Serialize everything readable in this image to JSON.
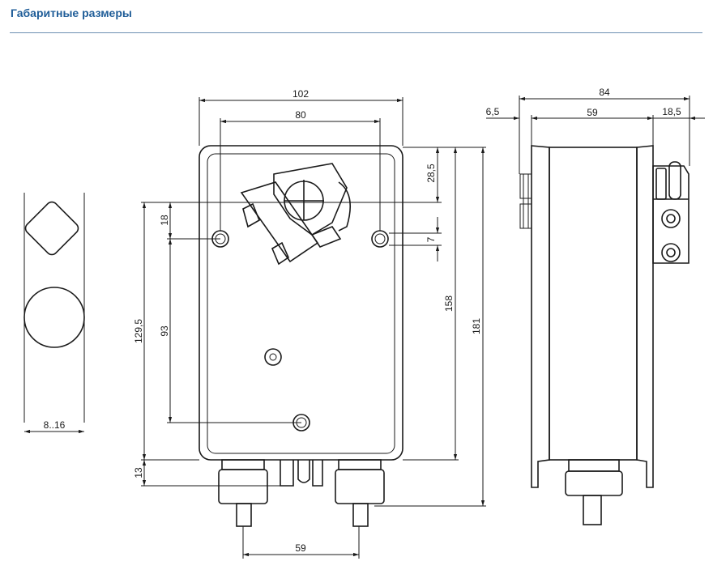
{
  "header": {
    "title": "Габаритные размеры"
  },
  "dimensions": {
    "width_total": "102",
    "hole_spacing_h": "80",
    "top_offset": "28,5",
    "hole_offset_18": "18",
    "hole_offset_7": "7",
    "height_158": "158",
    "height_181": "181",
    "hole_to_bottom": "129,5",
    "hole_spacing_v": "93",
    "cable_13": "13",
    "cable_spacing": "59",
    "shaft_range": "8..16",
    "depth_total": "84",
    "side_65": "6,5",
    "side_59": "59",
    "side_185": "18,5"
  }
}
